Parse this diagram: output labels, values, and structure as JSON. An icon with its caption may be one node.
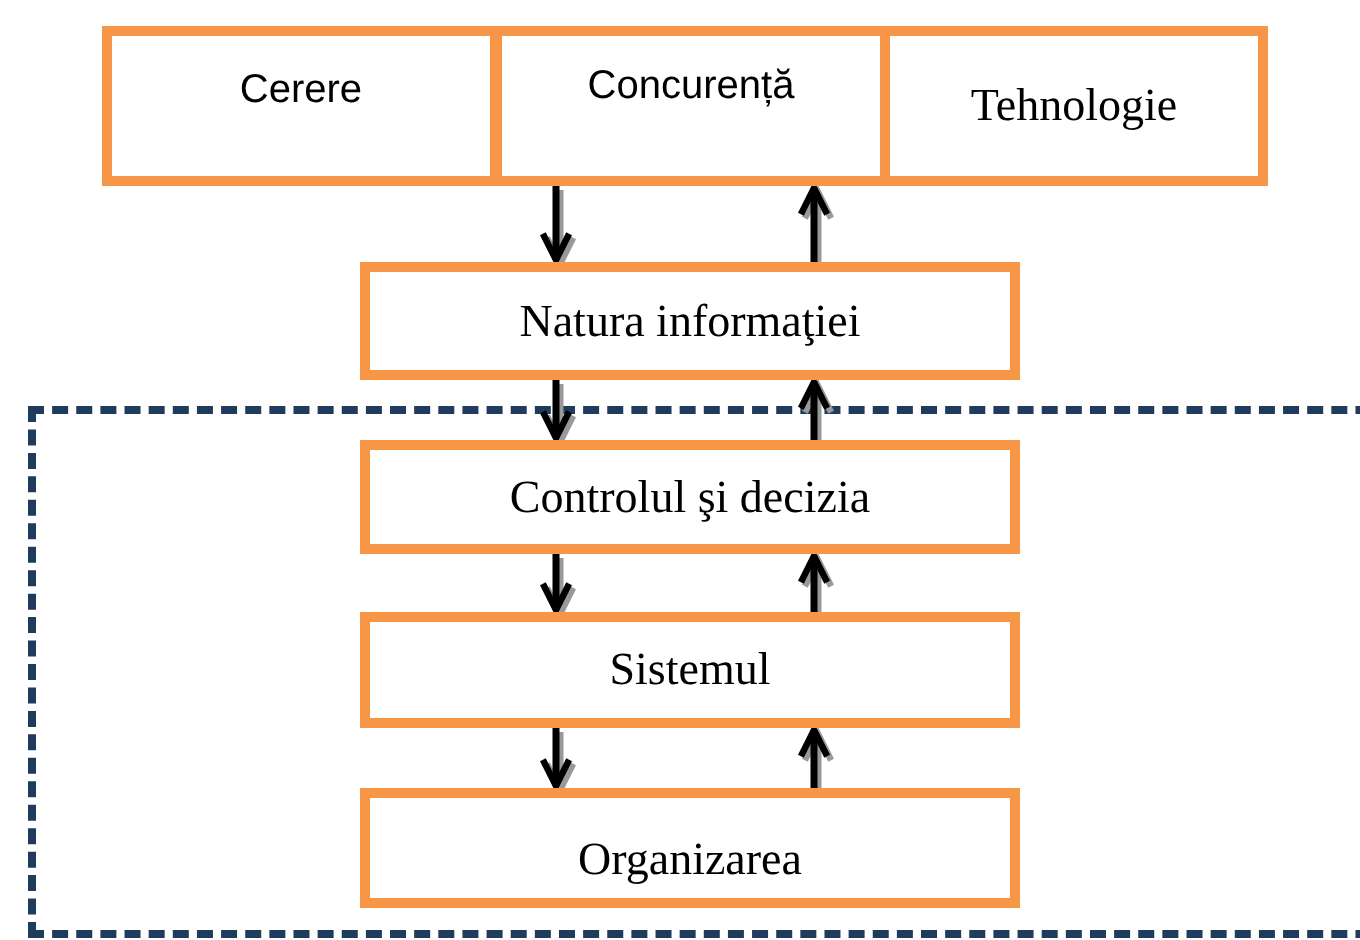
{
  "diagram": {
    "nodes": [
      {
        "text": [
          "Cerere"
        ]
      },
      {
        "text": [
          "Concurență"
        ]
      },
      {
        "text": [
          "Tehnologie"
        ]
      },
      {
        "text": [
          "Natura informaţiei"
        ]
      },
      {
        "text": [],
        "shape": "box"
      },
      {
        "text": [
          "Controlul şi decizia"
        ],
        "in": 4
      },
      {
        "text": [
          "Sistemul"
        ],
        "in": 4
      },
      {
        "text": [
          "Organizarea"
        ],
        "in": 4
      }
    ],
    "edges": [
      {
        "from": 1,
        "to": 3,
        "arrow": "to"
      },
      {
        "from": 3,
        "to": 1,
        "arrow": "to"
      },
      {
        "from": 3,
        "to": 5,
        "arrow": "to"
      },
      {
        "from": 5,
        "to": 3,
        "arrow": "to"
      },
      {
        "from": 5,
        "to": 6,
        "arrow": "to"
      },
      {
        "from": 6,
        "to": 5,
        "arrow": "to"
      },
      {
        "from": 6,
        "to": 7,
        "arrow": "to"
      },
      {
        "from": 7,
        "to": 6,
        "arrow": "to"
      }
    ]
  }
}
